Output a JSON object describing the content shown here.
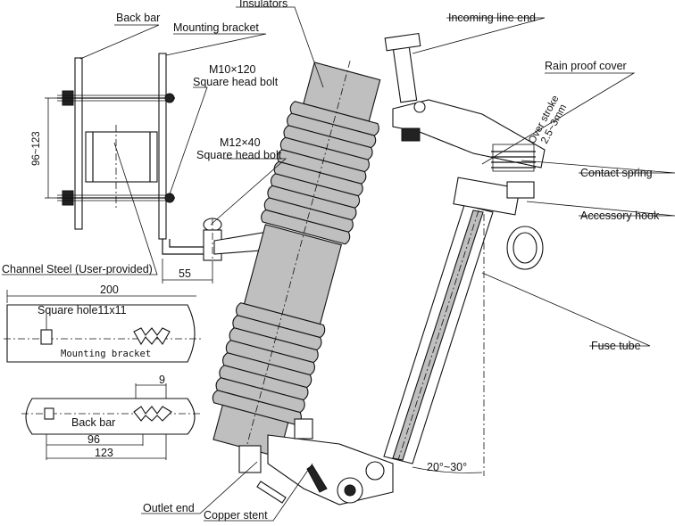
{
  "labels": {
    "back_bar": "Back bar",
    "mounting_bracket": "Mounting bracket",
    "insulators": "Insulators",
    "incoming_line_end": "Incoming line end",
    "rain_proof_cover": "Rain proof cover",
    "over_stroke_1": "Over stroke",
    "over_stroke_2": "2.5~3mm",
    "contact_spring": "Contact spring",
    "accessory_hook": "Accessory hook",
    "fuse_tube": "Fuse tube",
    "bolt_m10": "M10×120",
    "bolt_m10_desc": "Square head bolt",
    "bolt_m12": "M12×40",
    "bolt_m12_desc": "Square head bolt",
    "channel_steel": "Channel Steel (User-provided)",
    "outlet_end": "Outlet end",
    "copper_stent": "Copper stent",
    "angle": "20°~30°"
  },
  "dimensions": {
    "bolt_spacing": "96~123",
    "offset_55": "55",
    "bracket_length": "200",
    "square_hole": "Square hole11x11",
    "bracket_name": "Mounting bracket",
    "back_bar_name": "Back bar",
    "slot_9": "9",
    "dim_96": "96",
    "dim_123": "123"
  }
}
